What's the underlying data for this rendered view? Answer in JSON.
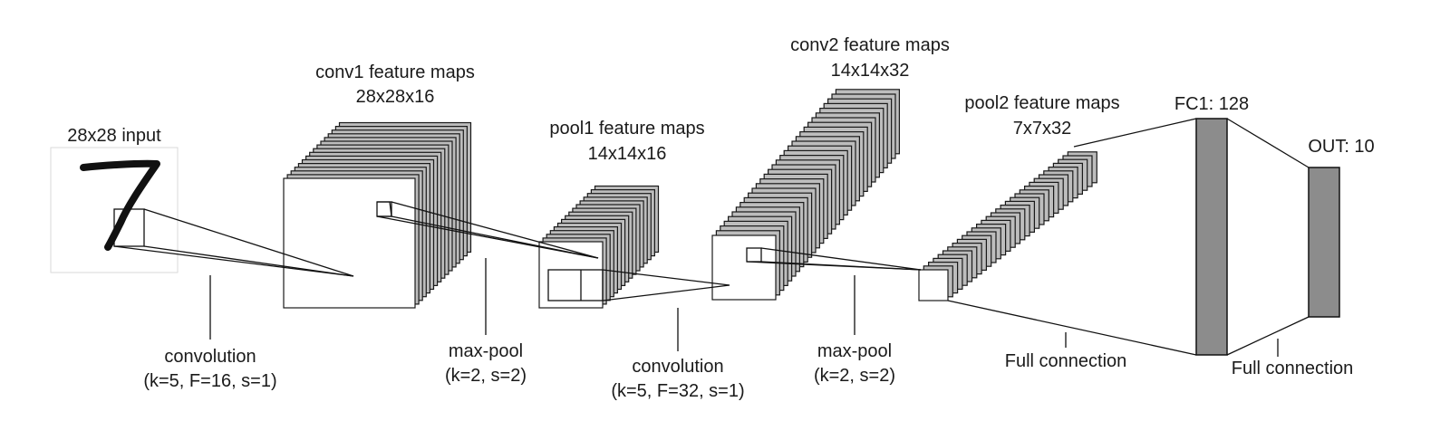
{
  "input": {
    "title": "28x28 input",
    "digit": "7"
  },
  "layers": {
    "conv1": {
      "title": "conv1 feature maps",
      "dims": "28x28x16"
    },
    "pool1": {
      "title": "pool1 feature maps",
      "dims": "14x14x16"
    },
    "conv2": {
      "title": "conv2 feature maps",
      "dims": "14x14x32"
    },
    "pool2": {
      "title": "pool2 feature maps",
      "dims": "7x7x32"
    },
    "fc1": {
      "title": "FC1: 128"
    },
    "out": {
      "title": "OUT: 10"
    }
  },
  "operations": {
    "conv_a": {
      "name": "convolution",
      "params": "(k=5, F=16, s=1)"
    },
    "pool_a": {
      "name": "max-pool",
      "params": "(k=2, s=2)"
    },
    "conv_b": {
      "name": "convolution",
      "params": "(k=5, F=32, s=1)"
    },
    "pool_b": {
      "name": "max-pool",
      "params": "(k=2, s=2)"
    },
    "full_a": {
      "name": "Full connection"
    },
    "full_b": {
      "name": "Full connection"
    }
  },
  "colors": {
    "stack_fill": "#bdbdbd",
    "dense_fill": "#8c8c8c",
    "line": "#1a1a1a"
  }
}
